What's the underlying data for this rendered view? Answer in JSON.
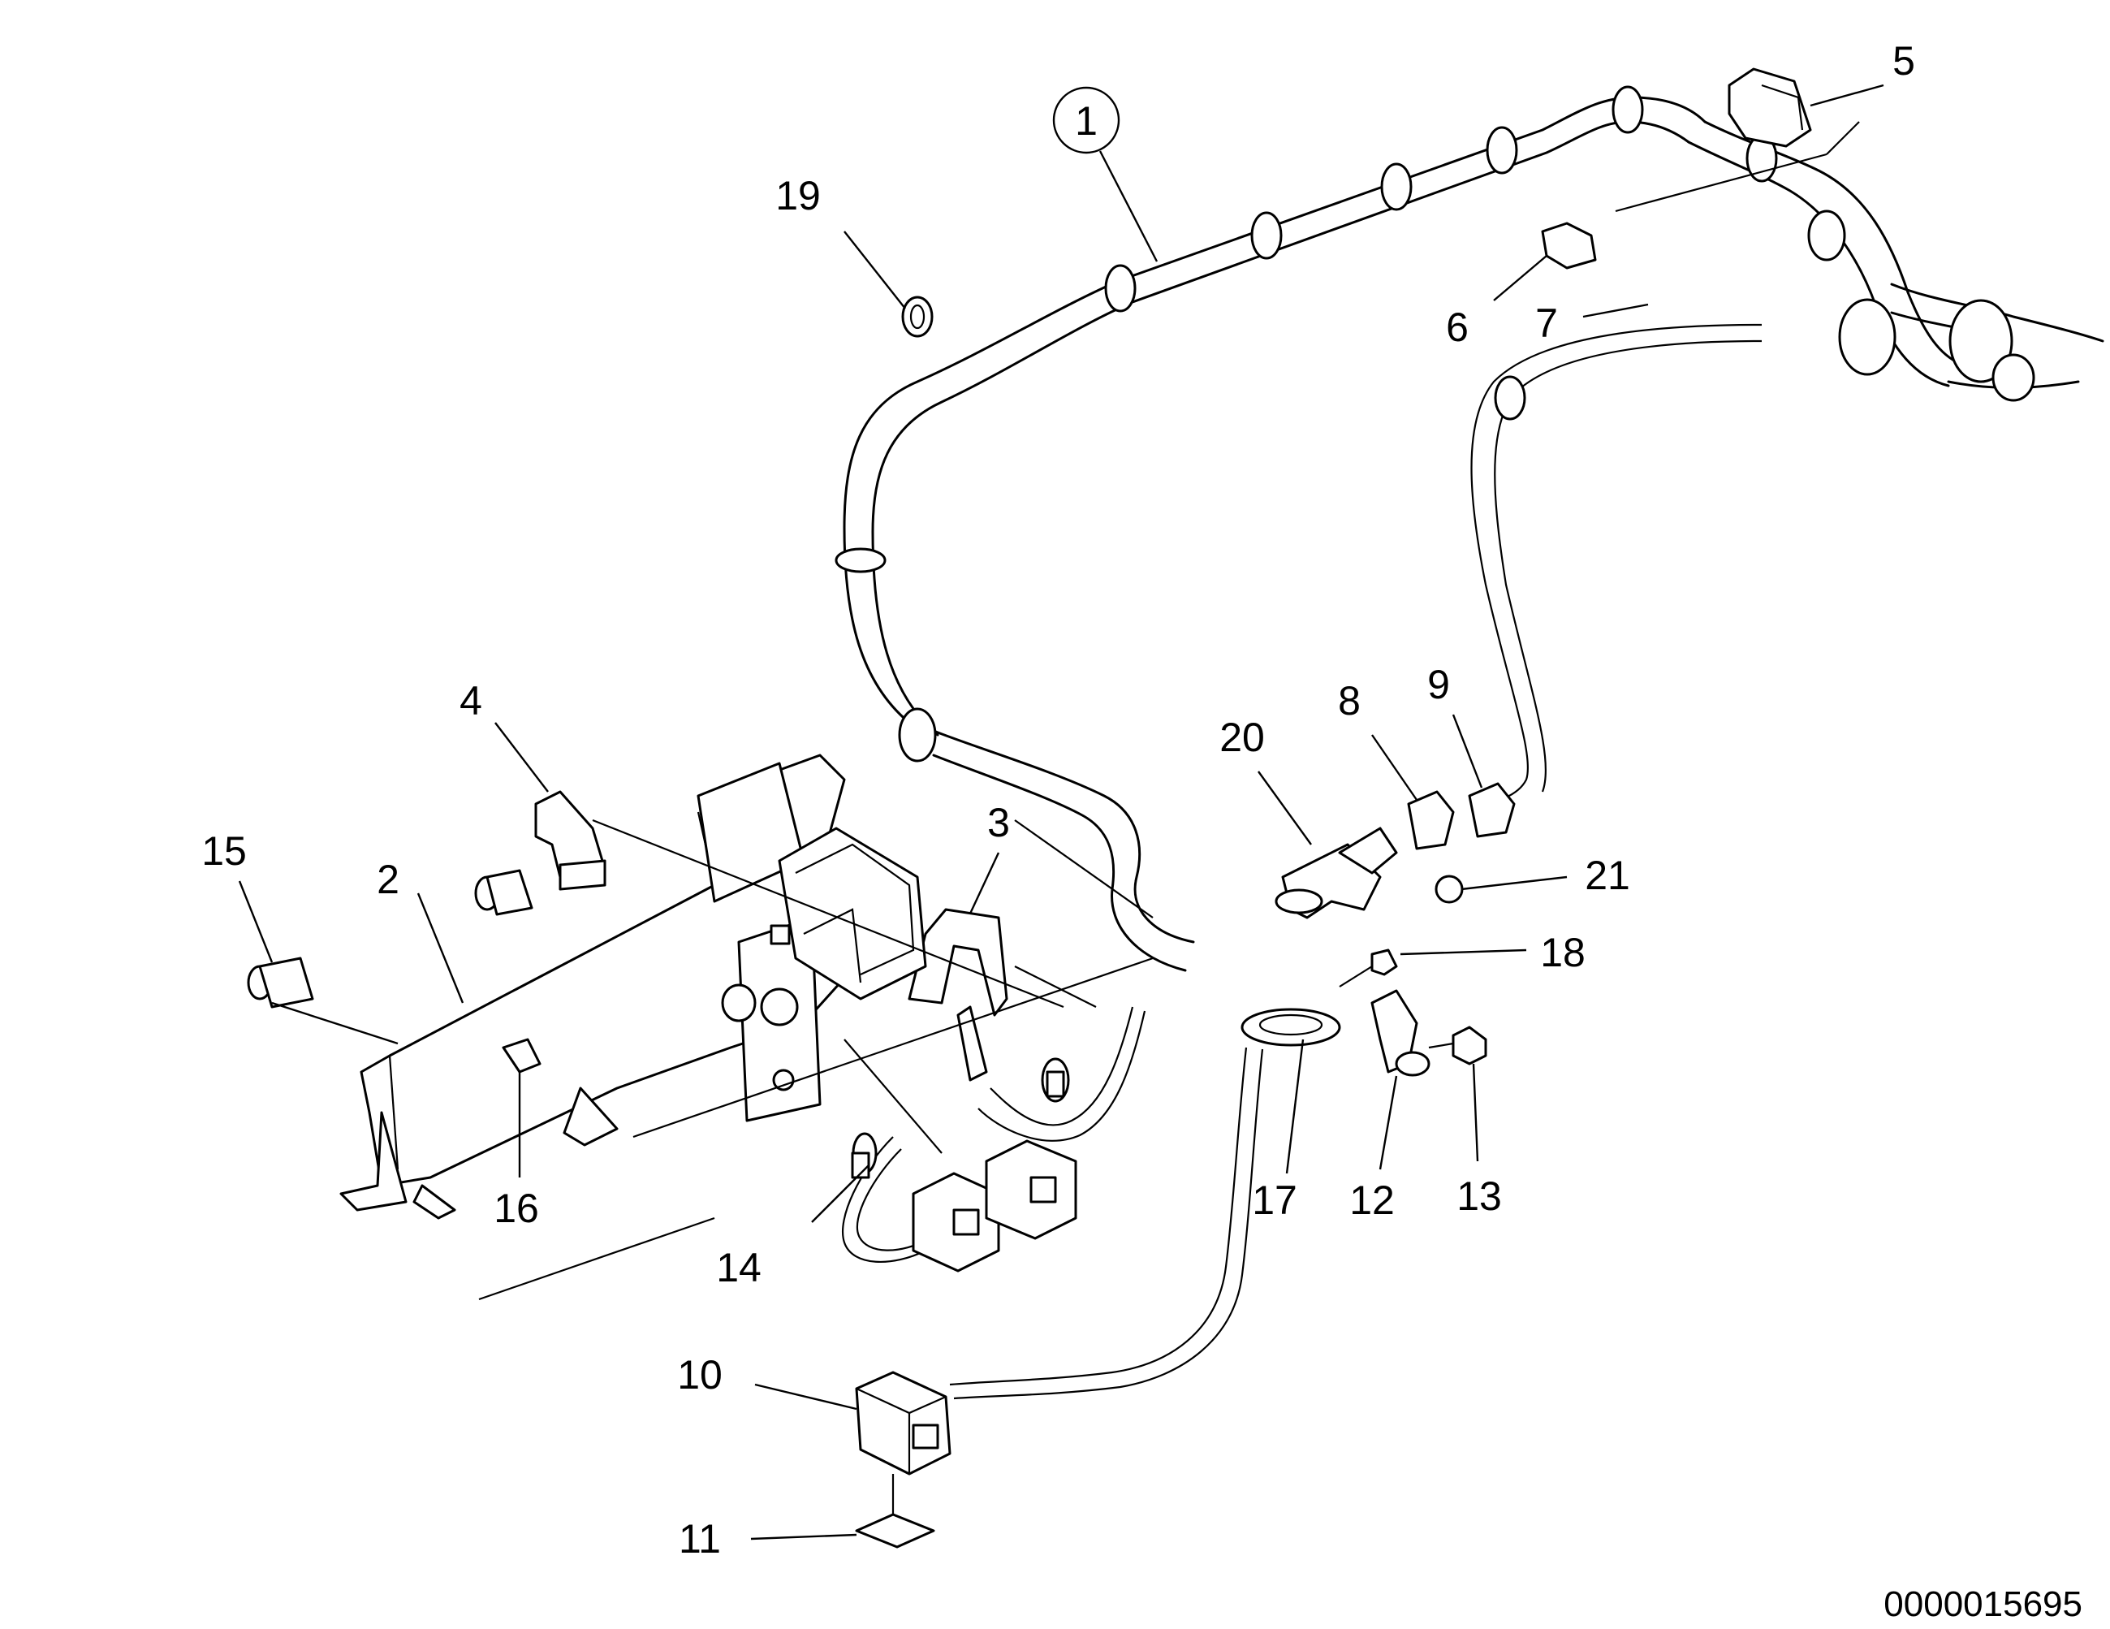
{
  "labels": [
    {
      "id": "1",
      "text": "1"
    },
    {
      "id": "2",
      "text": "2"
    },
    {
      "id": "3",
      "text": "3"
    },
    {
      "id": "4",
      "text": "4"
    },
    {
      "id": "5",
      "text": "5"
    },
    {
      "id": "6",
      "text": "6"
    },
    {
      "id": "7",
      "text": "7"
    },
    {
      "id": "8",
      "text": "8"
    },
    {
      "id": "9",
      "text": "9"
    },
    {
      "id": "10",
      "text": "10"
    },
    {
      "id": "11",
      "text": "11"
    },
    {
      "id": "12",
      "text": "12"
    },
    {
      "id": "13",
      "text": "13"
    },
    {
      "id": "14",
      "text": "14"
    },
    {
      "id": "15",
      "text": "15"
    },
    {
      "id": "16",
      "text": "16"
    },
    {
      "id": "17",
      "text": "17"
    },
    {
      "id": "18",
      "text": "18"
    },
    {
      "id": "19",
      "text": "19"
    },
    {
      "id": "20",
      "text": "20"
    },
    {
      "id": "21",
      "text": "21"
    }
  ],
  "drawing_number": "0000015695"
}
